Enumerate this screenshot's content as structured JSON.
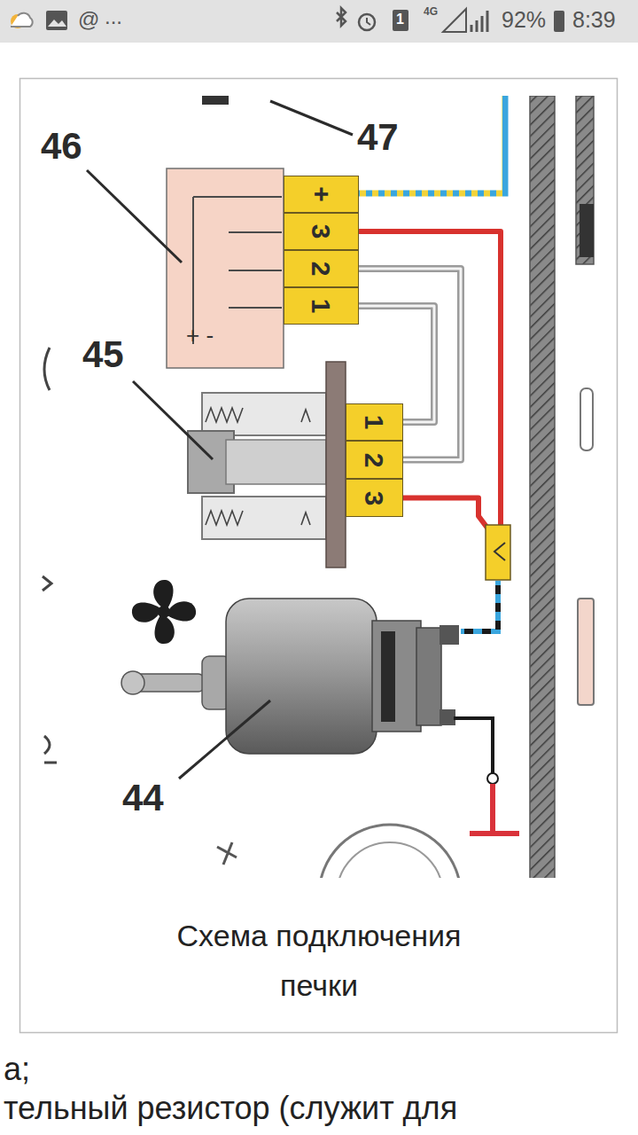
{
  "diagram": {
    "caption": "Схема подключения печки",
    "nodes": [
      {
        "text": [
          "+"
        ]
      },
      {
        "text": [
          "3"
        ]
      },
      {
        "text": [
          "2"
        ]
      },
      {
        "text": [
          "1"
        ]
      },
      {
        "text": [
          "1"
        ]
      },
      {
        "text": [
          "2"
        ]
      },
      {
        "text": [
          "3"
        ]
      }
    ],
    "edges": [
      {
        "from": 1,
        "to": 6,
        "arrow": "none"
      },
      {
        "from": 2,
        "to": 5,
        "arrow": "none"
      },
      {
        "from": 3,
        "to": 4,
        "arrow": "none"
      }
    ],
    "labels": [
      "@",
      "...",
      "1",
      "4G",
      "92%",
      "8:39",
      "46",
      "47",
      "+ -",
      "45",
      "44",
      "а;",
      "тельный резистор (служит для"
    ]
  }
}
